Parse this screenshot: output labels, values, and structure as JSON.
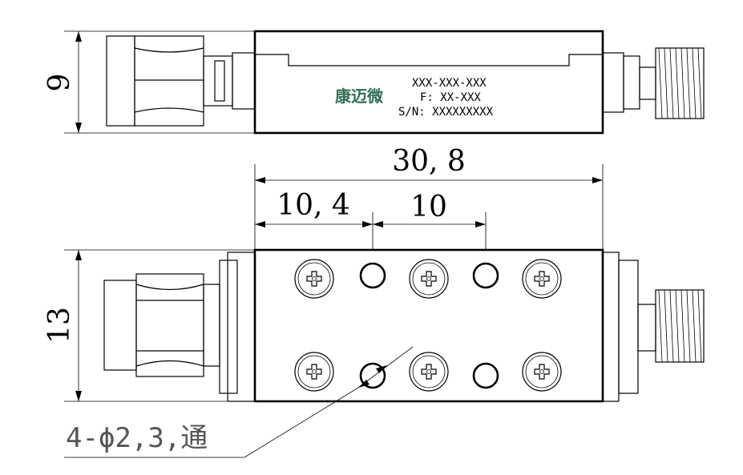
{
  "top_view": {
    "body_label": {
      "brand": "康迈微",
      "part_number": "XXX-XXX-XXX",
      "frequency": "F: XX-XXX",
      "serial": "S/N: XXXXXXXXX"
    },
    "height_dim": "9"
  },
  "bottom_view": {
    "overall_length_dim": "30, 8",
    "first_hole_dim": "10, 4",
    "hole_spacing_dim": "10",
    "height_dim": "13",
    "hole_note": "4-ϕ2,3,通"
  }
}
